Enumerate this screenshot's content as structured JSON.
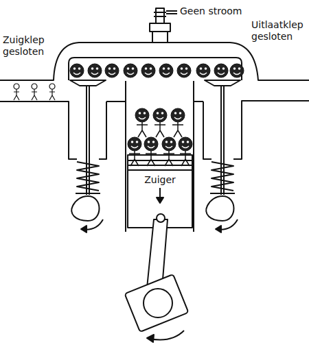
{
  "diagram": {
    "nodes": [
      {
        "text": [
          "Zuiger"
        ]
      }
    ],
    "edges": [],
    "labels": [
      "Geen stroom",
      "Zuigklep gesloten",
      "Uitlaatklep gesloten"
    ]
  }
}
